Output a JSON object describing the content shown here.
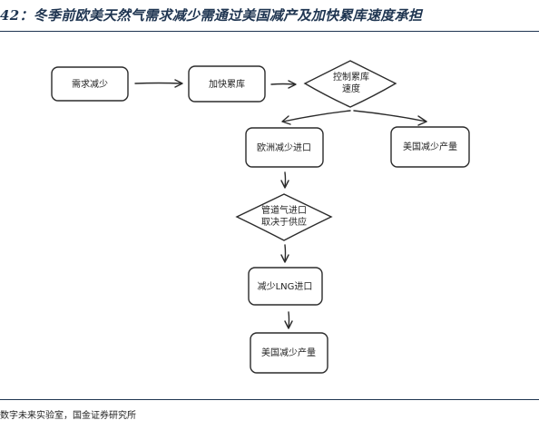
{
  "title": "42：冬季前欧美天然气需求减少需通过美国减产及加快累库速度承担",
  "source": "数字未来实验室，国金证券研究所",
  "nodes": {
    "demand_down": "需求减少",
    "speed_storage": "加快累库",
    "control_speed_line1": "控制累库",
    "control_speed_line2": "速度",
    "eu_import_down": "欧洲减少进口",
    "us_cut_1": "美国减少产量",
    "pipeline_line1": "管道气进口",
    "pipeline_line2": "取决于供应",
    "lng_import_down": "减少LNG进口",
    "us_cut_2": "美国减少产量"
  }
}
